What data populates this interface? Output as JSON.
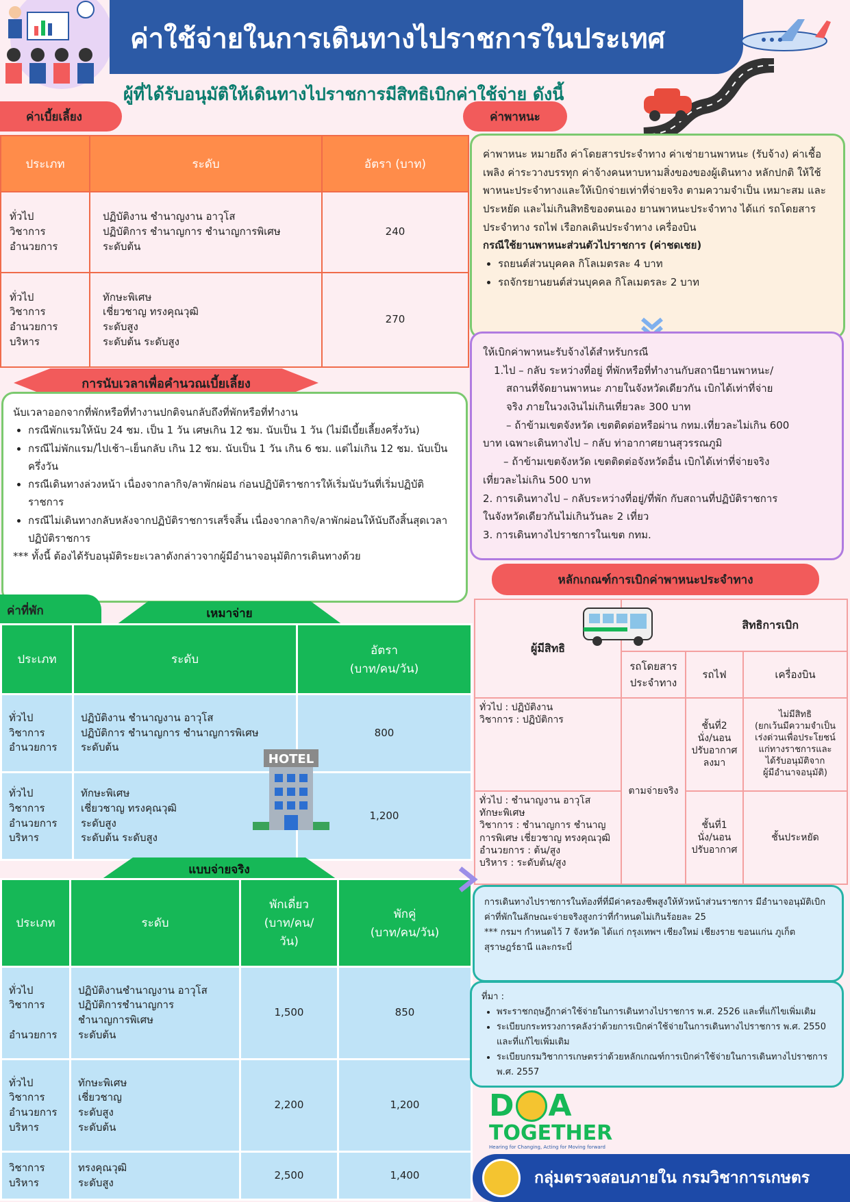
{
  "header": {
    "title": "ค่าใช้จ่ายในการเดินทางไปราชการในประเทศ",
    "subtitle": "ผู้ที่ได้รับอนุมัติให้เดินทางไปราชการมีสิทธิเบิกค่าใช้จ่าย ดังนี้"
  },
  "allowance": {
    "label": "ค่าเบี้ยเลี้ยง",
    "headers": [
      "ประเภท",
      "ระดับ",
      "อัตรา (บาท)"
    ],
    "rows": [
      {
        "type": "ทั่วไป\nวิชาการ\nอำนวยการ",
        "level": "ปฏิบัติงาน ชำนาญงาน อาวุโส\nปฏิบัติการ ชำนาญการ ชำนาญการพิเศษ\nระดับต้น",
        "rate": "240"
      },
      {
        "type": "ทั่วไป\nวิชาการ\nอำนวยการ\nบริหาร",
        "level": "ทักษะพิเศษ\nเชี่ยวชาญ ทรงคุณวุฒิ\nระดับสูง\nระดับต้น ระดับสูง",
        "rate": "270"
      }
    ]
  },
  "time_calc": {
    "label": "การนับเวลาเพื่อคำนวณเบี้ยเลี้ยง",
    "intro": "นับเวลาออกจากที่พักหรือที่ทำงานปกติจนกลับถึงที่พักหรือที่ทำงาน",
    "items": [
      "กรณีพักแรมให้นับ 24 ชม. เป็น 1 วัน เศษเกิน 12 ชม. นับเป็น 1 วัน (ไม่มีเบี้ยเลี้ยงครึ่งวัน)",
      "กรณีไม่พักแรม/ไปเช้า–เย็นกลับ เกิน 12 ชม. นับเป็น 1 วัน เกิน 6 ชม. แต่ไม่เกิน 12 ชม. นับเป็นครึ่งวัน",
      "กรณีเดินทางล่วงหน้า เนื่องจากลากิจ/ลาพักผ่อน ก่อนปฏิบัติราชการให้เริ่มนับวันที่เริ่มปฏิบัติราชการ",
      "กรณีไม่เดินทางกลับหลังจากปฏิบัติราชการเสร็จสิ้น เนื่องจากลากิจ/ลาพักผ่อนให้นับถึงสิ้นสุดเวลาปฏิบัติราชการ"
    ],
    "note": "*** ทั้งนี้ ต้องได้รับอนุมัติระยะเวลาดังกล่าวจากผู้มีอำนาจอนุมัติการเดินทางด้วย"
  },
  "lodging": {
    "label": "ค่าที่พัก",
    "lump_label": "เหมาจ่าย",
    "lump_headers": [
      "ประเภท",
      "ระดับ",
      "อัตรา\n(บาท/คน/วัน)"
    ],
    "lump_rows": [
      {
        "type": "ทั่วไป\nวิชาการ\nอำนวยการ",
        "level": "ปฏิบัติงาน ชำนาญงาน อาวุโส\nปฏิบัติการ ชำนาญการ ชำนาญการพิเศษ\nระดับต้น",
        "rate": "800"
      },
      {
        "type": "ทั่วไป\nวิชาการ\nอำนวยการ\nบริหาร",
        "level": "ทักษะพิเศษ\nเชี่ยวชาญ ทรงคุณวุฒิ\nระดับสูง\nระดับต้น ระดับสูง",
        "rate": "1,200"
      }
    ],
    "hotel_sign": "HOTEL",
    "actual_label": "แบบจ่ายจริง",
    "actual_headers": [
      "ประเภท",
      "ระดับ",
      "พักเดี่ยว\n(บาท/คน/\nวัน)",
      "พักคู่\n(บาท/คน/วัน)"
    ],
    "actual_rows": [
      {
        "type": "ทั่วไป\nวิชาการ\n\nอำนวยการ",
        "level": "ปฏิบัติงานชำนาญงาน อาวุโส\nปฏิบัติการชำนาญการ\nชำนาญการพิเศษ\nระดับต้น",
        "single": "1,500",
        "double": "850"
      },
      {
        "type": "ทั่วไป\nวิชาการ\nอำนวยการ\nบริหาร",
        "level": "ทักษะพิเศษ\nเชี่ยวชาญ\nระดับสูง\nระดับต้น",
        "single": "2,200",
        "double": "1,200"
      },
      {
        "type": "วิชาการ\nบริหาร",
        "level": "ทรงคุณวุฒิ\nระดับสูง",
        "single": "2,500",
        "double": "1,400"
      }
    ]
  },
  "vehicle": {
    "label": "ค่าพาหนะ",
    "para": "ค่าพาหนะ หมายถึง ค่าโดยสารประจำทาง ค่าเช่ายานพาหนะ (รับจ้าง) ค่าเชื้อเพลิง ค่าระวางบรรทุก ค่าจ้างคนหาบหามสิ่งของของผู้เดินทาง หลักปกติ ให้ใช้พาหนะประจำทางและให้เบิกจ่ายเท่าที่จ่ายจริง ตามความจำเป็น เหมาะสม และประหยัด และไม่เกินสิทธิของตนเอง ยานพาหนะประจำทาง ได้แก่ รถโดยสารประจำทาง รถไฟ เรือกลเดินประจำทาง เครื่องบิน",
    "private_title": "กรณีใช้ยานพาหนะส่วนตัวไปราชการ (ค่าชดเชย)",
    "private_items": [
      "รถยนต์ส่วนบุคคล กิโลเมตรละ 4 บาท",
      "รถจักรยานยนต์ส่วนบุคคล กิโลเมตรละ 2 บาท"
    ]
  },
  "hire": {
    "title": "ให้เบิกค่าพาหนะรับจ้างได้สำหรับกรณี",
    "lines": [
      "1.ไป – กลับ ระหว่างที่อยู่ ที่พักหรือที่ทำงานกับสถานียานพาหนะ/",
      "สถานที่จัดยานพาหนะ ภายในจังหวัดเดียวกัน เบิกได้เท่าที่จ่าย",
      "จริง ภายในวงเงินไม่เกินเที่ยวละ 300 บาท",
      "– ถ้าข้ามเขตจังหวัด เขตติดต่อหรือผ่าน กทม.เที่ยวละไม่เกิน 600",
      "บาท เฉพาะเดินทางไป – กลับ ท่าอากาศยานสุวรรณภูมิ",
      "– ถ้าข้ามเขตจังหวัด เขตติดต่อจังหวัดอื่น เบิกได้เท่าที่จ่ายจริง",
      "เที่ยวละไม่เกิน 500 บาท",
      "2. การเดินทางไป – กลับระหว่างที่อยู่/ที่พัก กับสถานที่ปฏิบัติราชการ",
      "ในจังหวัดเดียวกันไม่เกินวันละ 2 เที่ยว",
      "3. การเดินทางไปราชการในเขต กทม."
    ]
  },
  "criteria": {
    "label": "หลักเกณฑ์การเบิกค่าพาหนะประจำทาง",
    "eligible_header": "ผู้มีสิทธิ",
    "rights_header": "สิทธิการเบิก",
    "sub_headers": [
      "รถโดยสาร\nประจำทาง",
      "รถไฟ",
      "เครื่องบิน"
    ],
    "rows": [
      {
        "who": "ทั่วไป : ปฏิบัติงาน\nวิชาการ : ปฏิบัติการ",
        "train": "ชั้นที่2\nนั่ง/นอน\nปรับอากาศ\nลงมา",
        "plane": "ไม่มีสิทธิ\n(ยกเว้นมีความจำเป็น\nเร่งด่วนเพื่อประโยชน์\nแก่ทางราชการและ\nได้รับอนุมัติจาก\nผู้มีอำนาจอนุมัติ)"
      },
      {
        "who": "ทั่วไป : ชำนาญงาน อาวุโส\nทักษะพิเศษ\nวิชาการ : ชำนาญการ ชำนาญ\nการพิเศษ เชี่ยวชาญ ทรงคุณวุฒิ\nอำนวยการ : ต้น/สูง\nบริหาร : ระดับต้น/สูง",
        "train": "ชั้นที่1\nนั่ง/นอน\nปรับอากาศ",
        "plane": "ชั้นประหยัด"
      }
    ],
    "bus_value": "ตามจ่ายจริง"
  },
  "note_box": {
    "text": "การเดินทางไปราชการในท้องที่ที่มีค่าครองชีพสูงให้หัวหน้าส่วนราชการ มีอำนาจอนุมัติเบิกค่าที่พักในลักษณะจ่ายจริงสูงกว่าที่กำหนดไม่เกินร้อยละ 25",
    "text2": "*** กรมฯ กำหนดไว้ 7 จังหวัด ได้แก่ กรุงเทพฯ เชียงใหม่ เชียงราย ขอนแก่น ภูเก็ต สุราษฎร์ธานี และกระบี่"
  },
  "refs": {
    "title": "ที่มา :",
    "items": [
      "พระราชกฤษฎีกาค่าใช้จ่ายในการเดินทางไปราชการ พ.ศ. 2526 และที่แก้ไขเพิ่มเติม",
      "ระเบียบกระทรวงการคลังว่าด้วยการเบิกค่าใช้จ่ายในการเดินทางไปราชการ พ.ศ. 2550 และที่แก้ไขเพิ่มเติม",
      "ระเบียบกรมวิชาการเกษตรว่าด้วยหลักเกณฑ์การเบิกค่าใช้จ่ายในการเดินทางไปราชการ พ.ศ. 2557"
    ]
  },
  "logo": {
    "text1": "D",
    "text2": "A",
    "text3": "TOGETHER",
    "tagline": "Hearing for Changing, Acting for Moving forward"
  },
  "footer": {
    "text": "กลุ่มตรวจสอบภายใน กรมวิชาการเกษตร"
  },
  "colors": {
    "title_bg": "#2c5aa6",
    "red": "#f25b5b",
    "orange": "#ff8c4a",
    "green": "#16b857",
    "light_blue": "#bfe3f7"
  }
}
